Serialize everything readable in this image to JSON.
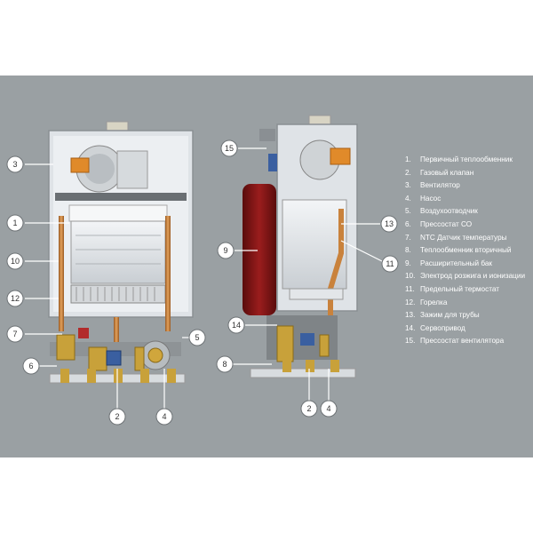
{
  "colors": {
    "background": "#9aa0a3",
    "frame": "#e8ecf0",
    "copper": "#c9823c",
    "brass": "#c8a13a",
    "expansion_tank": "#7e1414",
    "fan_orange": "#e08a2a"
  },
  "legend": [
    {
      "num": "1.",
      "text": "Первичный теплообменник"
    },
    {
      "num": "2.",
      "text": "Газовый клапан"
    },
    {
      "num": "3.",
      "text": "Вентилятор"
    },
    {
      "num": "4.",
      "text": "Насос"
    },
    {
      "num": "5.",
      "text": "Воздухоотводчик"
    },
    {
      "num": "6.",
      "text": "Прессостат СО"
    },
    {
      "num": "7.",
      "text": "NTC Датчик температуры"
    },
    {
      "num": "8.",
      "text": "Теплообменник вторичный"
    },
    {
      "num": "9.",
      "text": "Расширительный бак"
    },
    {
      "num": "10.",
      "text": "Электрод розжига и ионизации"
    },
    {
      "num": "11.",
      "text": "Предельный термостат"
    },
    {
      "num": "12.",
      "text": "Горелка"
    },
    {
      "num": "13.",
      "text": "Зажим для трубы"
    },
    {
      "num": "14.",
      "text": "Сервопривод"
    },
    {
      "num": "15.",
      "text": "Прессостат вентилятора"
    }
  ],
  "front_callouts": [
    "3",
    "1",
    "10",
    "12",
    "7",
    "5",
    "6",
    "2",
    "4"
  ],
  "side_callouts": [
    "15",
    "9",
    "14",
    "8",
    "13",
    "11",
    "2",
    "4"
  ]
}
